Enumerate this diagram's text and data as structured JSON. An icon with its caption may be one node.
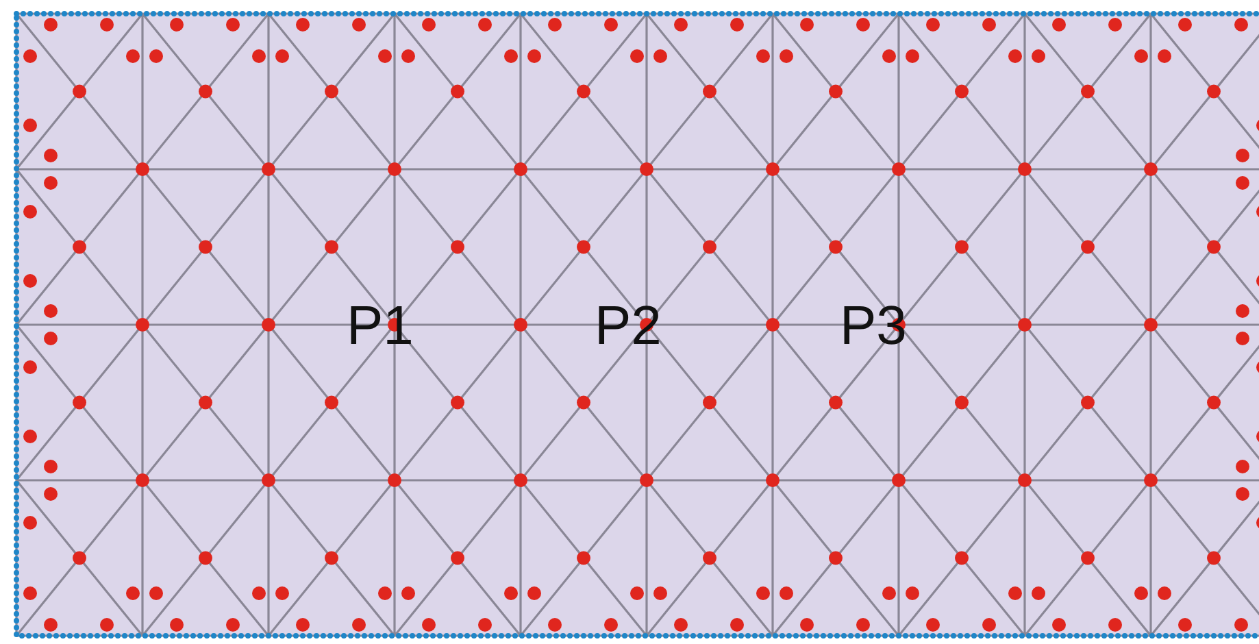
{
  "diagram": {
    "labels": [
      "P1",
      "P2",
      "P3"
    ]
  }
}
